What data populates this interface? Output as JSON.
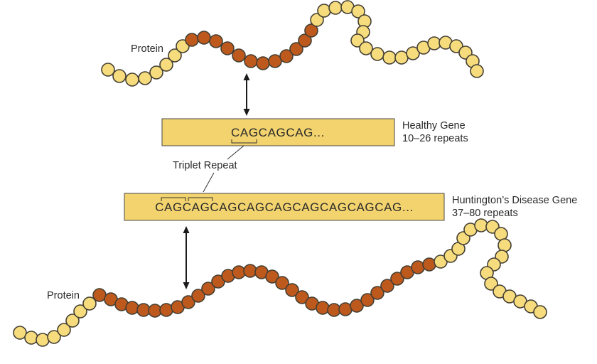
{
  "labels": {
    "protein_top": "Protein",
    "protein_bottom": "Protein",
    "triplet_repeat": "Triplet Repeat",
    "healthy_gene": {
      "name": "Healthy Gene",
      "repeats": "10–26 repeats",
      "sequence": "CAGCAGCAG..."
    },
    "hd_gene": {
      "name": "Huntington’s Disease Gene",
      "repeats": "37–80 repeats",
      "sequence": "CAGCAGCAGCAGCAGCAGCAGCAGCAG..."
    }
  },
  "colors": {
    "background": "#FFFFFF",
    "box_fill": "#F2D36E",
    "box_border": "#4A4A4A",
    "bead_yellow": "#F6DC7D",
    "bead_orange": "#BE591D",
    "bead_outline": "#443F33",
    "text": "#2B2B2B",
    "arrow": "#1A1A1A"
  },
  "beads": {
    "radius": 9,
    "top_chain": [
      [
        152,
        98,
        "y"
      ],
      [
        168,
        107,
        "y"
      ],
      [
        186,
        112,
        "y"
      ],
      [
        204,
        110,
        "y"
      ],
      [
        220,
        102,
        "y"
      ],
      [
        234,
        91,
        "y"
      ],
      [
        246,
        78,
        "y"
      ],
      [
        257,
        65,
        "y"
      ],
      [
        270,
        56,
        "o"
      ],
      [
        287,
        53,
        "o"
      ],
      [
        304,
        58,
        "o"
      ],
      [
        320,
        68,
        "o"
      ],
      [
        336,
        78,
        "o"
      ],
      [
        353,
        86,
        "o"
      ],
      [
        370,
        89,
        "o"
      ],
      [
        387,
        86,
        "o"
      ],
      [
        403,
        79,
        "o"
      ],
      [
        417,
        69,
        "o"
      ],
      [
        429,
        57,
        "o"
      ],
      [
        438,
        43,
        "o"
      ],
      [
        446,
        28,
        "y"
      ],
      [
        456,
        15,
        "y"
      ],
      [
        472,
        11,
        "y"
      ],
      [
        489,
        10,
        "y"
      ],
      [
        504,
        16,
        "y"
      ],
      [
        513,
        30,
        "y"
      ],
      [
        511,
        45,
        "y"
      ],
      [
        503,
        57,
        "y"
      ],
      [
        515,
        68,
        "y"
      ],
      [
        531,
        76,
        "y"
      ],
      [
        548,
        81,
        "y"
      ],
      [
        565,
        81,
        "y"
      ],
      [
        581,
        75,
        "y"
      ],
      [
        596,
        67,
        "y"
      ],
      [
        611,
        61,
        "y"
      ],
      [
        627,
        60,
        "y"
      ],
      [
        642,
        65,
        "y"
      ],
      [
        655,
        74,
        "y"
      ],
      [
        665,
        86,
        "y"
      ],
      [
        671,
        100,
        "y"
      ]
    ],
    "bottom_chain": [
      [
        28,
        468,
        "y"
      ],
      [
        44,
        475,
        "y"
      ],
      [
        60,
        478,
        "y"
      ],
      [
        76,
        474,
        "y"
      ],
      [
        90,
        464,
        "y"
      ],
      [
        102,
        451,
        "y"
      ],
      [
        113,
        438,
        "y"
      ],
      [
        126,
        427,
        "y"
      ],
      [
        140,
        415,
        "o"
      ],
      [
        156,
        421,
        "o"
      ],
      [
        171,
        428,
        "o"
      ],
      [
        186,
        433,
        "o"
      ],
      [
        202,
        436,
        "o"
      ],
      [
        218,
        437,
        "o"
      ],
      [
        234,
        436,
        "o"
      ],
      [
        250,
        432,
        "o"
      ],
      [
        265,
        425,
        "o"
      ],
      [
        279,
        416,
        "o"
      ],
      [
        293,
        406,
        "o"
      ],
      [
        307,
        396,
        "o"
      ],
      [
        321,
        388,
        "o"
      ],
      [
        336,
        383,
        "o"
      ],
      [
        352,
        381,
        "o"
      ],
      [
        368,
        383,
        "o"
      ],
      [
        383,
        389,
        "o"
      ],
      [
        397,
        398,
        "o"
      ],
      [
        411,
        408,
        "o"
      ],
      [
        425,
        418,
        "o"
      ],
      [
        439,
        427,
        "o"
      ],
      [
        454,
        433,
        "o"
      ],
      [
        470,
        436,
        "o"
      ],
      [
        486,
        435,
        "o"
      ],
      [
        502,
        430,
        "o"
      ],
      [
        517,
        422,
        "o"
      ],
      [
        531,
        412,
        "o"
      ],
      [
        545,
        402,
        "o"
      ],
      [
        559,
        392,
        "o"
      ],
      [
        573,
        383,
        "o"
      ],
      [
        588,
        376,
        "o"
      ],
      [
        604,
        372,
        "o"
      ],
      [
        620,
        368,
        "y"
      ],
      [
        634,
        360,
        "y"
      ],
      [
        645,
        350,
        "y"
      ],
      [
        652,
        335,
        "y"
      ],
      [
        662,
        323,
        "y"
      ],
      [
        677,
        317,
        "y"
      ],
      [
        693,
        319,
        "y"
      ],
      [
        705,
        329,
        "y"
      ],
      [
        710,
        345,
        "y"
      ],
      [
        706,
        361,
        "y"
      ],
      [
        695,
        372,
        "y"
      ],
      [
        685,
        384,
        "y"
      ],
      [
        691,
        399,
        "y"
      ],
      [
        703,
        410,
        "y"
      ],
      [
        717,
        417,
        "y"
      ],
      [
        732,
        424,
        "y"
      ],
      [
        747,
        431,
        "y"
      ],
      [
        760,
        439,
        "y"
      ]
    ]
  }
}
